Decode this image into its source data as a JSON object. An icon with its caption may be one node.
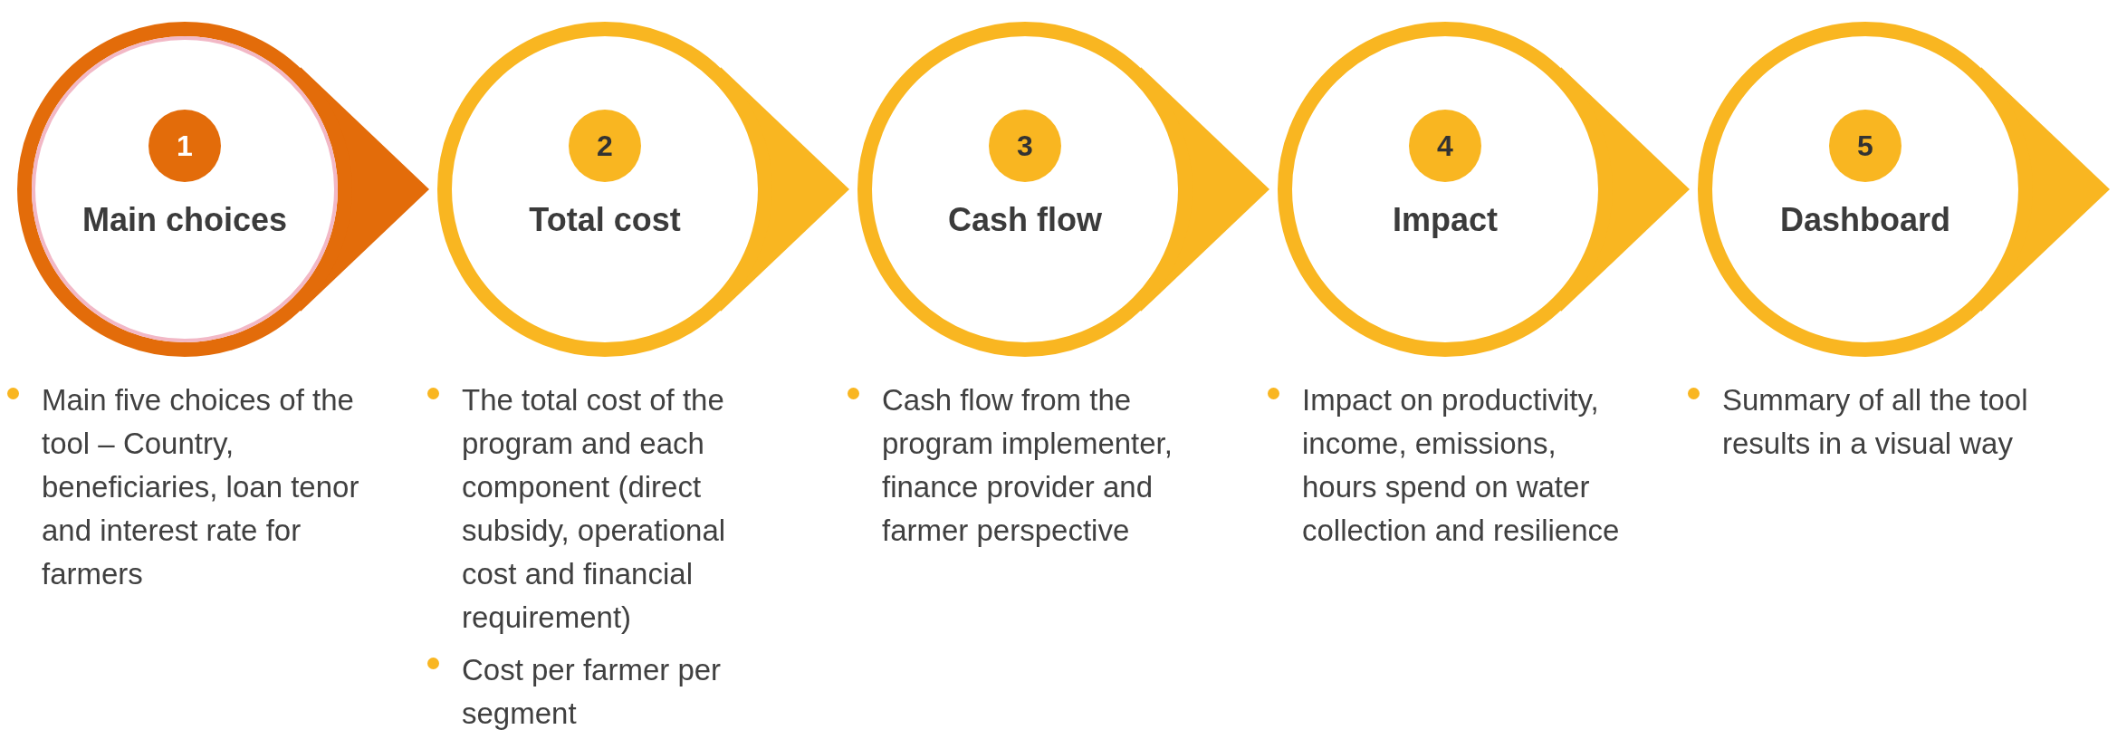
{
  "diagram": {
    "nodes": [
      {
        "text": [
          "Main choices"
        ],
        "beside": [
          "Main five choices of the tool – Country, beneficiaries, loan tenor and interest rate for farmers"
        ]
      },
      {
        "text": [
          "1"
        ],
        "in": 0
      },
      {
        "text": [
          "Total cost"
        ],
        "beside": [
          "The total cost of the program and each component (direct subsidy, operational cost and financial requirement)",
          "Cost per farmer per segment"
        ]
      },
      {
        "text": [
          "2"
        ],
        "in": 2
      },
      {
        "text": [
          "Cash flow"
        ],
        "beside": [
          "Cash flow from the program implementer, finance provider and farmer perspective"
        ]
      },
      {
        "text": [
          "3"
        ],
        "in": 4
      },
      {
        "text": [
          "Impact"
        ],
        "beside": [
          "Impact on productivity, income, emissions, hours spend on water collection and resilience"
        ]
      },
      {
        "text": [
          "4"
        ],
        "in": 6
      },
      {
        "text": [
          "Dashboard"
        ],
        "beside": [
          "Summary of all the tool results in a visual way"
        ]
      },
      {
        "text": [
          "5"
        ],
        "in": 8
      }
    ]
  }
}
